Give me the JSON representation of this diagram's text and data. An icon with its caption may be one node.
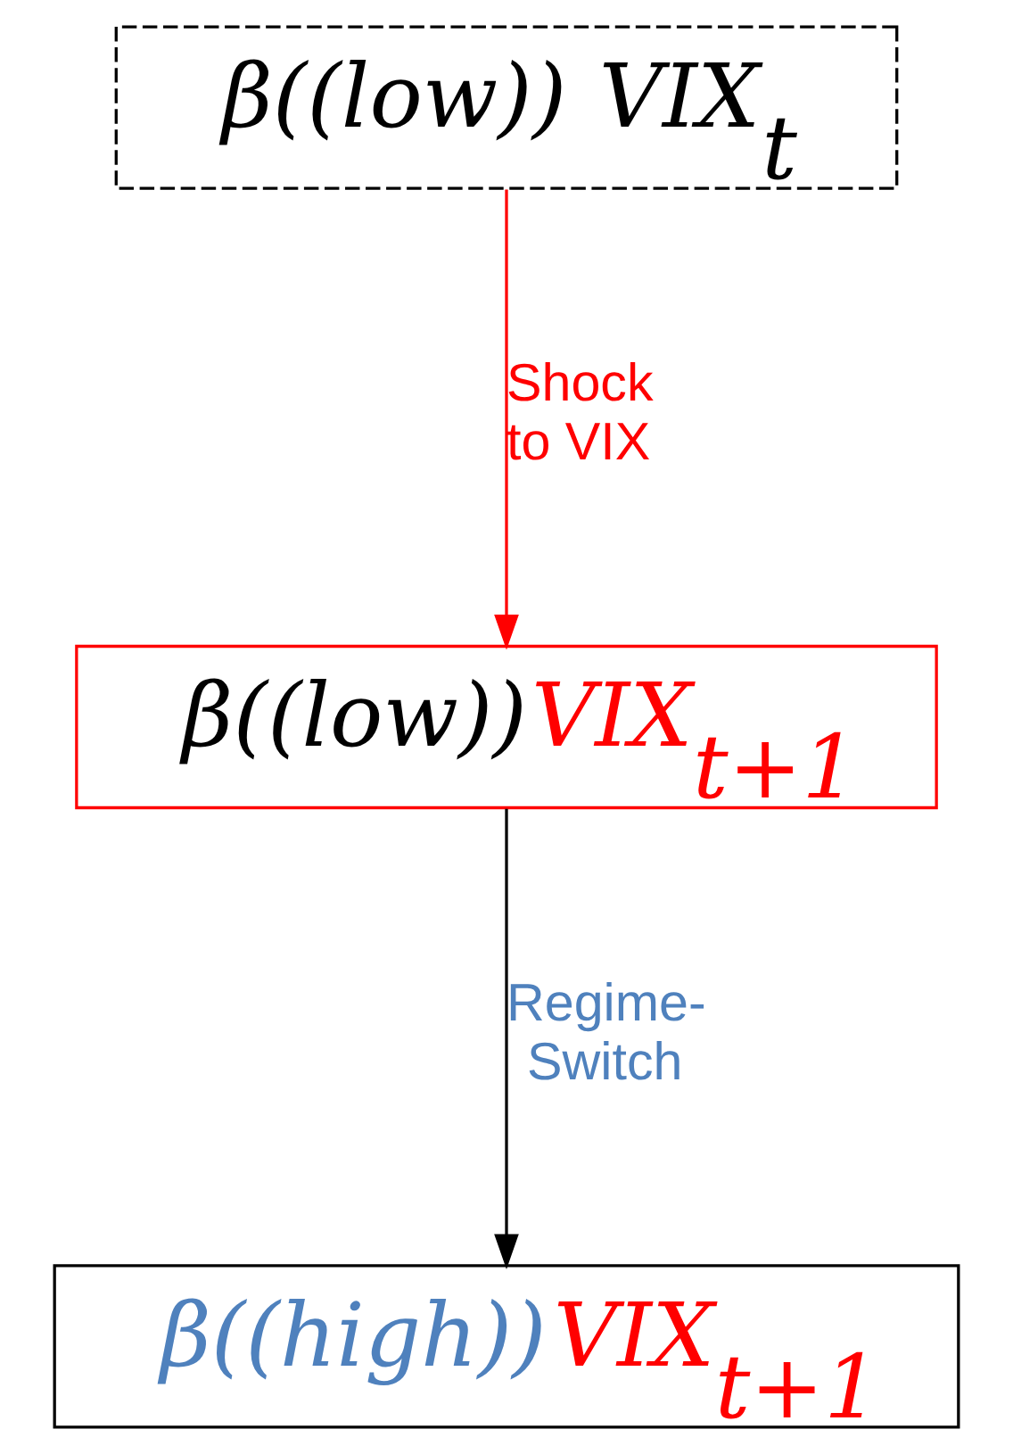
{
  "diagram": {
    "nodes": [
      {
        "text": [
          "β((low)) VIX$_{t}$"
        ]
      },
      {
        "text": [
          "β((low))VIX$_{t+1}$"
        ]
      },
      {
        "text": [
          "β((high))VIX$_{t+1}$"
        ]
      }
    ],
    "edges": [
      {
        "from": 0,
        "to": 1,
        "arrow": "to",
        "label": "Shock to VIX",
        "color": "#ff0000"
      },
      {
        "from": 1,
        "to": 2,
        "arrow": "to",
        "label": "Regime- Switch",
        "color": "#000000"
      }
    ]
  }
}
